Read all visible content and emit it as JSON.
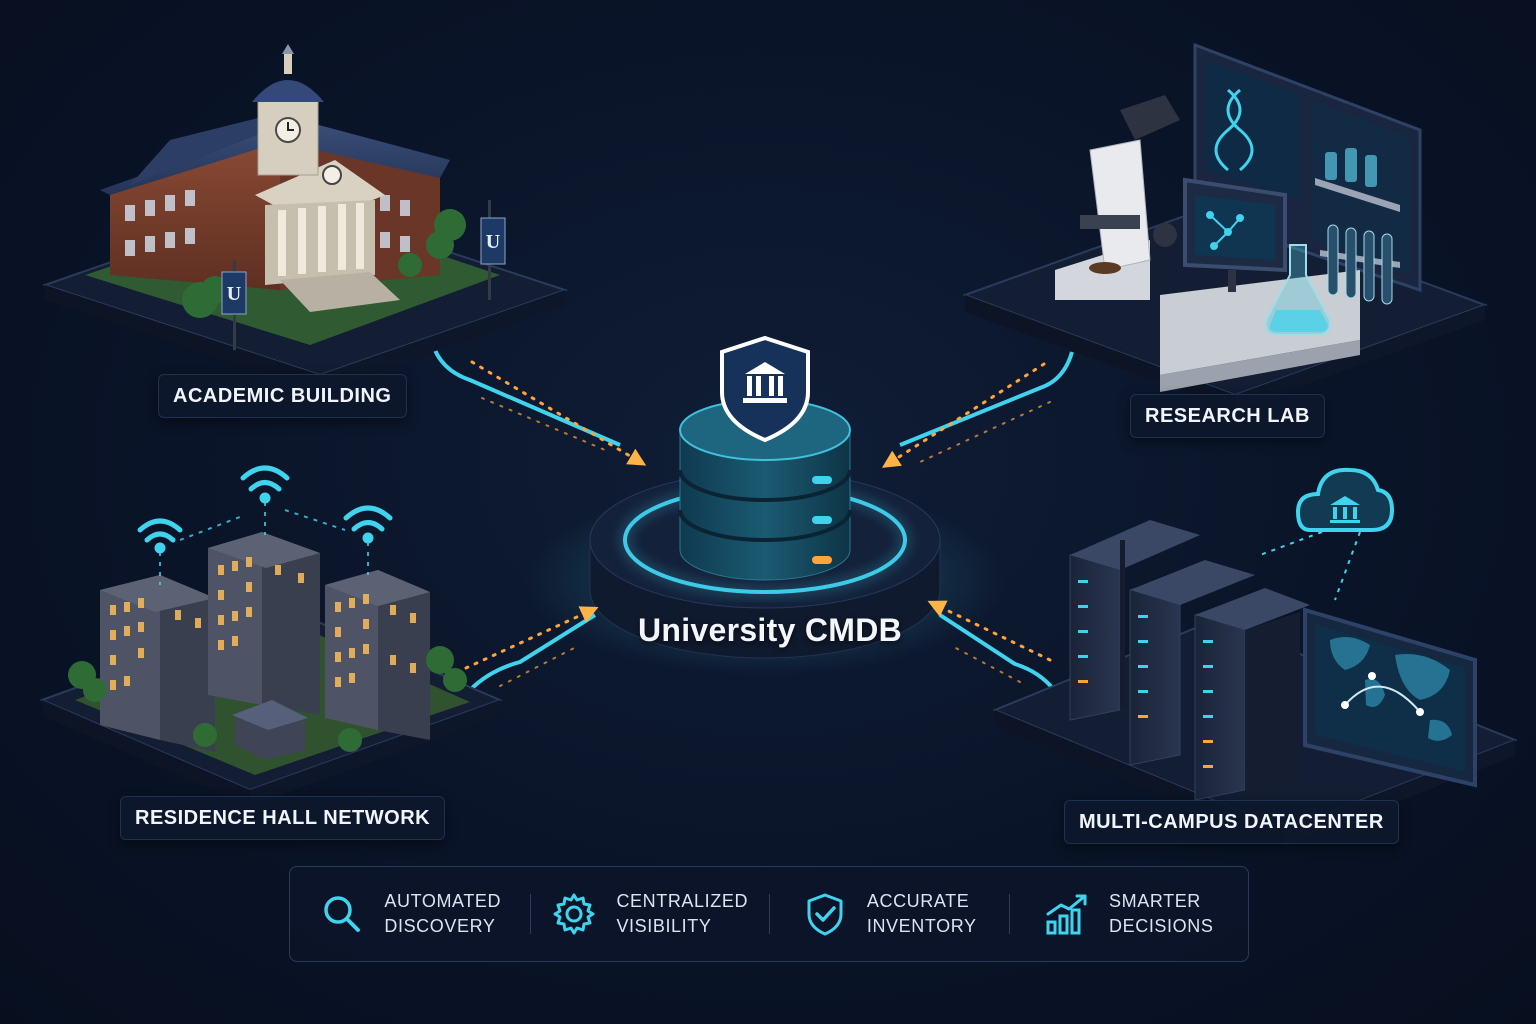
{
  "center": {
    "title": "University CMDB",
    "icon": "university-shield-icon"
  },
  "nodes": [
    {
      "id": "academic",
      "label": "ACADEMIC BUILDING",
      "icon": "academic-building-icon"
    },
    {
      "id": "research",
      "label": "RESEARCH LAB",
      "icon": "research-lab-icon"
    },
    {
      "id": "residence",
      "label": "RESIDENCE HALL NETWORK",
      "icon": "residence-hall-icon"
    },
    {
      "id": "datacenter",
      "label": "MULTI-CAMPUS DATACENTER",
      "icon": "datacenter-icon"
    }
  ],
  "benefits": [
    {
      "line1": "AUTOMATED",
      "line2": "DISCOVERY",
      "icon": "magnifier-icon"
    },
    {
      "line1": "CENTRALIZED",
      "line2": "VISIBILITY",
      "icon": "gear-icon"
    },
    {
      "line1": "ACCURATE",
      "line2": "INVENTORY",
      "icon": "shield-check-icon"
    },
    {
      "line1": "SMARTER",
      "line2": "DECISIONS",
      "icon": "growth-chart-icon"
    }
  ],
  "colors": {
    "background": "#0a1428",
    "accent_cyan": "#3fd3ee",
    "accent_orange": "#ffa43a",
    "panel": "#16223a"
  }
}
